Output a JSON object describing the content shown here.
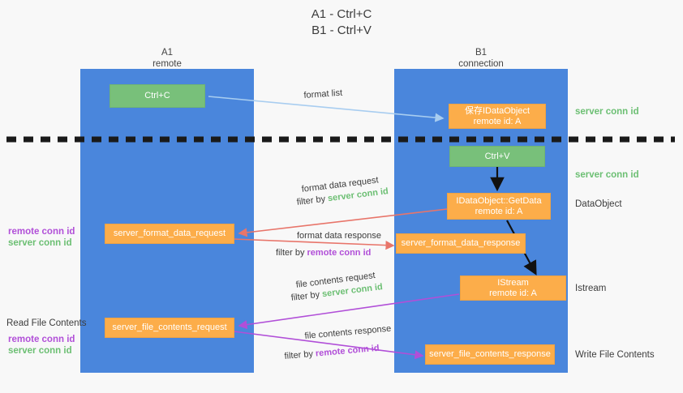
{
  "title": {
    "line1": "A1 - Ctrl+C",
    "line2": "B1 - Ctrl+V"
  },
  "columns": [
    {
      "name": "A1",
      "sub": "remote"
    },
    {
      "name": "B1",
      "sub": "connection"
    }
  ],
  "boxes": [
    {
      "id": "ctrl-c",
      "line1": "Ctrl+C",
      "line2": "",
      "color": "#78c07a"
    },
    {
      "id": "save-idataobject",
      "line1": "保存IDataObject",
      "line2": "remote id: A",
      "color": "#fcad4a"
    },
    {
      "id": "ctrl-v",
      "line1": "Ctrl+V",
      "line2": "",
      "color": "#78c07a"
    },
    {
      "id": "idataobject-getdata",
      "line1": "IDataObject::GetData",
      "line2": "remote id: A",
      "color": "#fcad4a"
    },
    {
      "id": "server-format-data-request",
      "line1": "server_format_data_request",
      "line2": "",
      "color": "#fcad4a"
    },
    {
      "id": "server-format-data-response",
      "line1": "server_format_data_response",
      "line2": "",
      "color": "#fcad4a"
    },
    {
      "id": "istream",
      "line1": "IStream",
      "line2": "remote id: A",
      "color": "#fcad4a"
    },
    {
      "id": "server-file-contents-request",
      "line1": "server_file_contents_request",
      "line2": "",
      "color": "#fcad4a"
    },
    {
      "id": "server-file-contents-response",
      "line1": "server_file_contents_response",
      "line2": "",
      "color": "#fcad4a"
    }
  ],
  "right_labels": [
    {
      "id": "server-conn-id-1",
      "text": "server conn id",
      "color": "#6cbf73"
    },
    {
      "id": "server-conn-id-2",
      "text": "server conn id",
      "color": "#6cbf73"
    },
    {
      "id": "dataobject",
      "text": "DataObject",
      "color": "#3c3c3c"
    },
    {
      "id": "istream-label",
      "text": "Istream",
      "color": "#3c3c3c"
    },
    {
      "id": "write-file-contents",
      "text": "Write File Contents",
      "color": "#3c3c3c"
    }
  ],
  "left_labels": [
    {
      "id": "remote-conn-id-1",
      "text": "remote conn id",
      "color": "#b14fd8"
    },
    {
      "id": "server-conn-id-3",
      "text": "server conn id",
      "color": "#6cbf73"
    },
    {
      "id": "read-file-contents",
      "text": "Read File Contents",
      "color": "#3c3c3c"
    },
    {
      "id": "remote-conn-id-2",
      "text": "remote conn id",
      "color": "#b14fd8"
    },
    {
      "id": "server-conn-id-4",
      "text": "server conn id",
      "color": "#6cbf73"
    }
  ],
  "edges": [
    {
      "id": "format-list",
      "text": "format list",
      "color": "#a8cdf0"
    },
    {
      "id": "format-data-request",
      "line1": "format data request",
      "line2_prefix": "filter by ",
      "line2_emph": "server conn id",
      "emph_color": "#6cbf73",
      "color": "#e8756a"
    },
    {
      "id": "format-data-response",
      "line1": "format data response",
      "line2_prefix": "filter by ",
      "line2_emph": "remote conn id",
      "emph_color": "#b14fd8",
      "color": "#e8756a"
    },
    {
      "id": "file-contents-request",
      "line1": "file contents request",
      "line2_prefix": "filter by ",
      "line2_emph": "server conn id",
      "emph_color": "#6cbf73",
      "color": "#b14fd8"
    },
    {
      "id": "file-contents-response",
      "line1": "file contents response",
      "line2_prefix": "filter by ",
      "line2_emph": "remote conn id",
      "emph_color": "#b14fd8",
      "color": "#b14fd8"
    }
  ],
  "colors": {
    "lane": "#4a86dc",
    "green_box": "#78c07a",
    "orange_box": "#fcad4a",
    "divider": "#1a1a1a",
    "background": "#f8f8f8"
  }
}
